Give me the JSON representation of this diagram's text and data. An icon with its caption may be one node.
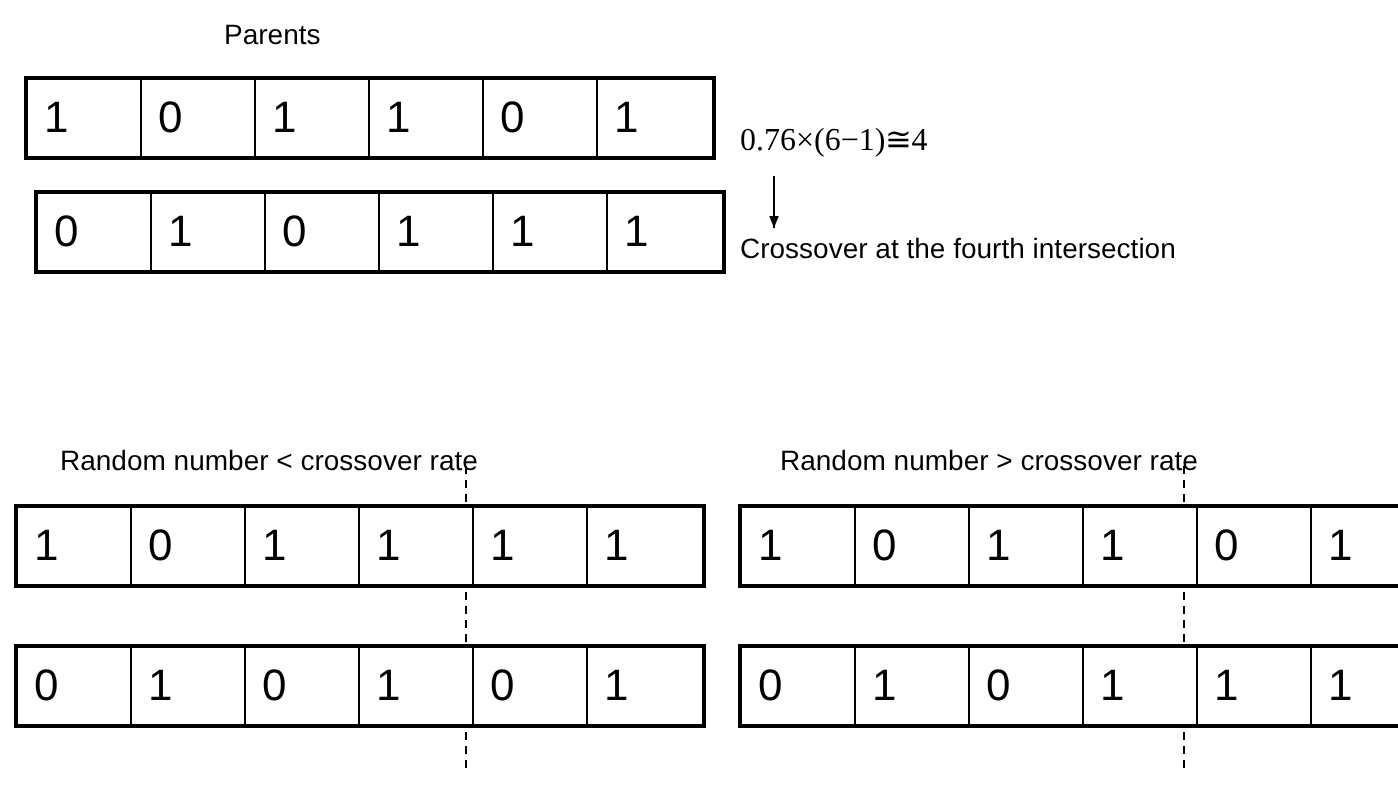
{
  "diagram": {
    "nodes": [
      {
        "text": [
          "1",
          "0",
          "1",
          "1",
          "0",
          "1"
        ]
      },
      {
        "text": [
          "0",
          "1",
          "0",
          "1",
          "1",
          "1"
        ]
      },
      {
        "text": [
          "0.76×(6−1)≅4"
        ]
      },
      {
        "text": [
          "Crossover at the fourth intersection"
        ]
      },
      {
        "text": [
          "1",
          "0",
          "1",
          "1",
          "1",
          "1"
        ]
      },
      {
        "text": [
          "1",
          "0",
          "1",
          "1",
          "0",
          "1"
        ]
      },
      {
        "text": [
          "0",
          "1",
          "0",
          "1",
          "0",
          "1"
        ]
      },
      {
        "text": [
          "0",
          "1",
          "0",
          "1",
          "1",
          "1"
        ]
      }
    ],
    "edges": [
      {
        "from": 2,
        "to": 3,
        "arrow": "to"
      }
    ],
    "labels": [
      "Parents",
      "Random number < crossover rate",
      "Random number > crossover rate"
    ]
  }
}
